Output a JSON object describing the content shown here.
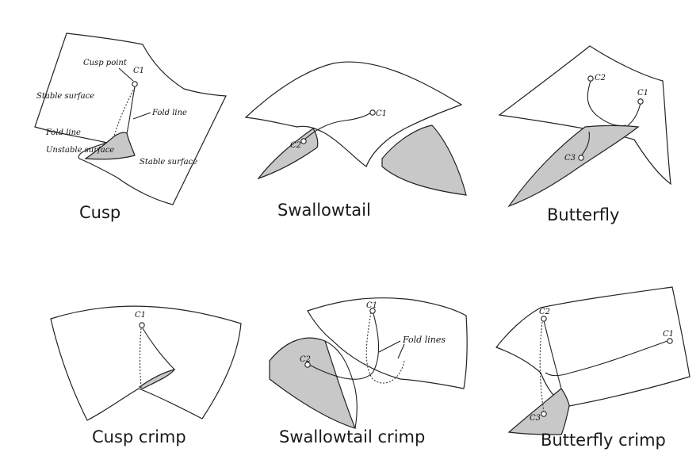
{
  "diagrams": [
    {
      "id": "cusp",
      "caption": "Cusp",
      "labels": {
        "cusp_point": "Cusp point",
        "c1": "C1",
        "stable_surface_top": "Stable surface",
        "fold_line_right": "Fold line",
        "fold_line_left": "Fold line",
        "unstable_surface": "Unstable surface",
        "stable_surface_bottom": "Stable surface"
      }
    },
    {
      "id": "swallowtail",
      "caption": "Swallowtail",
      "labels": {
        "c1": "C1",
        "c2": "C2"
      }
    },
    {
      "id": "butterfly",
      "caption": "Butterfly",
      "labels": {
        "c1": "C1",
        "c2": "C2",
        "c3": "C3"
      }
    },
    {
      "id": "cusp-crimp",
      "caption": "Cusp crimp",
      "labels": {
        "c1": "C1"
      }
    },
    {
      "id": "swallowtail-crimp",
      "caption": "Swallowtail crimp",
      "labels": {
        "c1": "C1",
        "c2": "C2",
        "fold_lines": "Fold lines"
      }
    },
    {
      "id": "butterfly-crimp",
      "caption": "Butterfly crimp",
      "labels": {
        "c1": "C1",
        "c2": "C2",
        "c3": "C3"
      }
    }
  ]
}
